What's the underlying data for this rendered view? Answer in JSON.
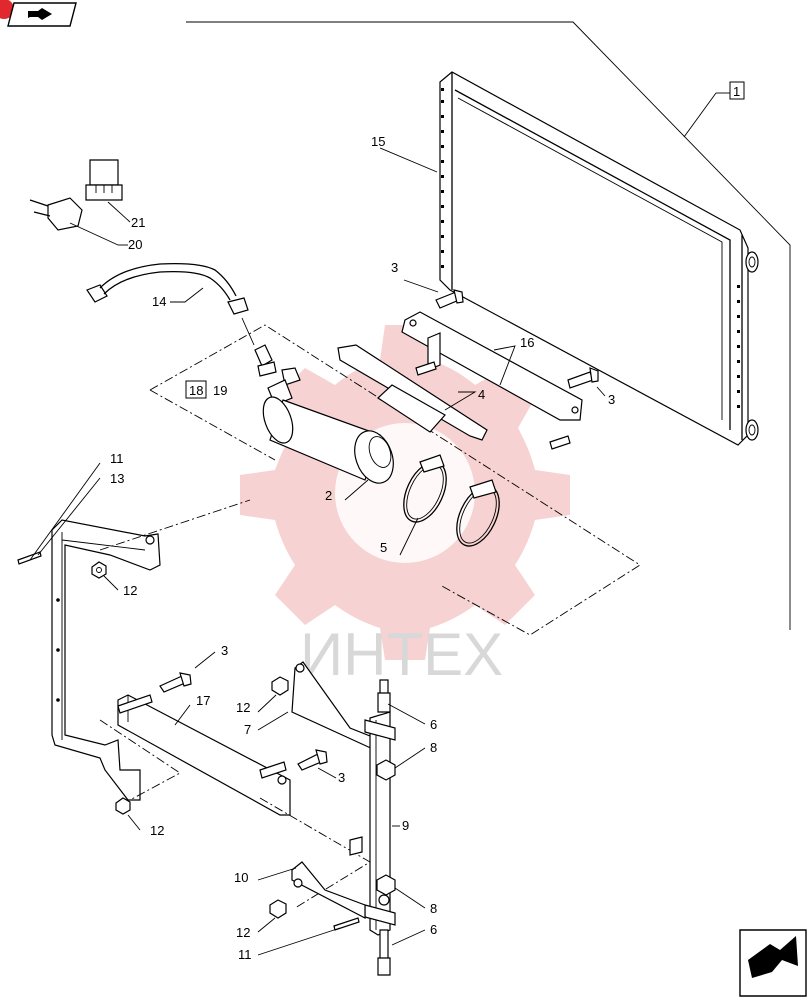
{
  "watermark": {
    "text": "ИНТЕХ",
    "color": "#f0a5a5"
  },
  "icons": {
    "top_left": "go-to-page-icon",
    "bottom_right": "next-page-arrow-icon",
    "corner_dot_color": "#e0282e"
  },
  "callouts": [
    {
      "id": "c1",
      "label": "1",
      "boxed": true
    },
    {
      "id": "c2",
      "label": "2"
    },
    {
      "id": "c3a",
      "label": "3"
    },
    {
      "id": "c3b",
      "label": "3"
    },
    {
      "id": "c3c",
      "label": "3"
    },
    {
      "id": "c3d",
      "label": "3"
    },
    {
      "id": "c4",
      "label": "4"
    },
    {
      "id": "c5",
      "label": "5"
    },
    {
      "id": "c6a",
      "label": "6"
    },
    {
      "id": "c6b",
      "label": "6"
    },
    {
      "id": "c7",
      "label": "7"
    },
    {
      "id": "c8a",
      "label": "8"
    },
    {
      "id": "c8b",
      "label": "8"
    },
    {
      "id": "c9",
      "label": "9"
    },
    {
      "id": "c10",
      "label": "10"
    },
    {
      "id": "c11a",
      "label": "11"
    },
    {
      "id": "c11b",
      "label": "11"
    },
    {
      "id": "c12a",
      "label": "12"
    },
    {
      "id": "c12b",
      "label": "12"
    },
    {
      "id": "c12c",
      "label": "12"
    },
    {
      "id": "c12d",
      "label": "12"
    },
    {
      "id": "c13",
      "label": "13"
    },
    {
      "id": "c14",
      "label": "14"
    },
    {
      "id": "c15",
      "label": "15"
    },
    {
      "id": "c16",
      "label": "16"
    },
    {
      "id": "c17",
      "label": "17"
    },
    {
      "id": "c18",
      "label": "18",
      "boxed": true
    },
    {
      "id": "c19",
      "label": "19"
    },
    {
      "id": "c20",
      "label": "20"
    },
    {
      "id": "c21",
      "label": "21"
    }
  ]
}
